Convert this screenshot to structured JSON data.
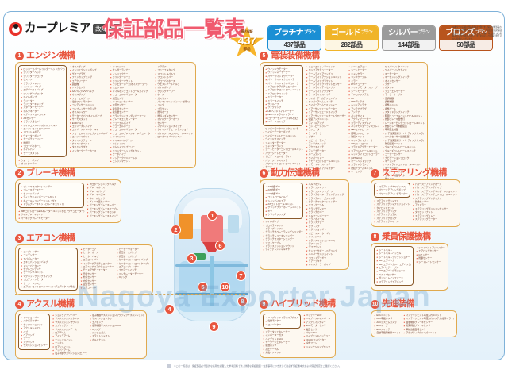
{
  "header": {
    "logo_text": "カープレミア",
    "logo_badge": "故障保証",
    "title": "保証部品一覧表",
    "star": {
      "top_label": "最大保証",
      "number": "437",
      "sub_label": "部品"
    },
    "note": "※本ページ記載の部品名称は一例です。保証対象部品および保証対象外部品につきましては、保証書記載の保証規定をご確認ください。取り扱い車種・年式等により名称及び部位が異なる場合、またお車により搭載されていない装備もございます。",
    "plans": [
      {
        "name": "プラチナ",
        "suffix": "プラン",
        "count": "437部品",
        "color": "#1b8fd4"
      },
      {
        "name": "ゴールド",
        "suffix": "プラン",
        "count": "282部品",
        "color": "#f0b429"
      },
      {
        "name": "シルバー",
        "suffix": "プラン",
        "count": "144部品",
        "color": "#9b9b9b"
      },
      {
        "name": "ブロンズ",
        "suffix": "プラン",
        "count": "50部品",
        "color": "#b8541d"
      }
    ]
  },
  "watermark": "Nagoya Exporter Japan",
  "footer": {
    "text": "※この一覧表は、保証部品の代表的な名称を記載した参考資料です。詳細な保証範囲・免責事項につきましては必ず保証書本文および保証規定をご確認ください。"
  },
  "sections": [
    {
      "num": "1",
      "name": "エンジン機構",
      "columns": [
        {
          "highlight": [
            "ロッカーカバー(シリンダーヘッドカバー)",
            "シリンダーヘッド",
            "シリンダーブロック",
            "ピストン",
            "クランクシャフト",
            "インレットバルブ",
            "エグゾーストバルブ",
            "シリンダーブロック",
            "オイルポンプ",
            "ラジエター",
            "ラジエターキャップ",
            "スターターモーター",
            "オルタネーター",
            "イグニッションコイル",
            "A/Fセンサー",
            "クランク角センサー",
            "オイルエレメント(オイルフィルター)",
            "エンジンコントロールECU",
            "スロットルボディ",
            "ウォーターポンプ",
            "ターボチャージャー",
            "燃焼室",
            "ブローバイホース",
            "オイルパン",
            "サーモスタット"
          ],
          "items": [
            "ウォーターポンプ",
            "オイルクーラー"
          ]
        },
        {
          "items": [
            "オイルポンプ",
            "インジェクションポンプ",
            "グロープラグ",
            "ファンカップリング",
            "エアクリーナー",
            "過給機",
            "ノックセンサー",
            "A/Cバルブ(VVTバルブ)",
            "オイルポンプ",
            "フューエルゲージ",
            "電動ファンモーター",
            "コンデンサーユニット",
            "コンプレッサークラッチ",
            "オイルシャワー",
            "モーターカバー(オイルパイプ)",
            "サーモスタット",
            "EGRバルブ",
            "エキゾーストパイプ",
            "エキゾーストマニホールド",
            "フューエルインジェクションバルブ",
            "エンジンマウント",
            "タイミングチェーン",
            "タイミングベルト",
            "タイミングギヤ",
            "インタークーラーホース"
          ]
        },
        {
          "items": [
            "オイルシール",
            "センダーライナー",
            "インジェクター",
            "シリンダーホース",
            "シリンダーマウント",
            "ラジエターホース(オイルクーラー)",
            "スロットル",
            "オイルポンプコントロールスイッチ",
            "フューエルレギュレーター",
            "燃圧センサー",
            "オイルコンセンサー",
            "水温センサー",
            "吸気温センサー",
            "吸気量センサー",
            "クランクシャフトダンパーコード",
            "ブレーキエスカレーター",
            "フューエルパイプ",
            "フューエルホース",
            "フューエルレギュレーター",
            "フューエルプレッシャーレギュレーター",
            "オイルシール",
            "オイルレベルゲージ",
            "カムシャフト",
            "カムシャフトプーリー",
            "シリンダーヘッドガスケット",
            "ターボパイプ",
            "インテークマニホールド",
            "エンジンマウント"
          ]
        },
        {
          "items": [
            "リアデフ",
            "フューエルタンク",
            "スロットルバルブ",
            "フロントカバー",
            "ブローバイホース",
            "ウエストゲートバルブ",
            "オイルポンプ",
            "クランクプーリー",
            "ホース",
            "ガスケット",
            "パッキン(ドレンパッキンを除く)",
            "リング",
            "ブラケット",
            "燃料ホース",
            "燃料ノズルセンサー",
            "オイルクーラーホース",
            "センサー",
            "イグニッションスイッチ",
            "タイミングチェーンテンショナー",
            "オイルシールコントロールユニット",
            "ローカーカバーパッキン"
          ]
        }
      ]
    },
    {
      "num": "2",
      "name": "ブレーキ機構",
      "columns": [
        {
          "highlight": [
            "ブレーキマスターシリンダー",
            "ブレーキブースター",
            "ホイールポンプ",
            "ディスクキャリパーシールキット",
            "ホイールシリンダーキット・ギヤ",
            "ドラムブレーキキット(ブレーキスリット)"
          ],
          "items": [
            "ABSコントロールECU(レーダーユニット含むアクチュエーター)",
            "サイドブレーキワイヤー",
            "パーキングブレーキモーター"
          ]
        },
        {
          "items": [
            "プロポーショニングバルブ",
            "ブレーキホース",
            "ブレーキパイプ",
            "ブレーキペダル",
            "ホイールセンサー",
            "ブレーキ圧センサー",
            "パーキングブレーキレバー",
            "パーキングブレーキケーブル",
            "パーキングブレーキロッド",
            "パーキングブレーキスイッチ"
          ]
        }
      ]
    },
    {
      "num": "3",
      "name": "エアコン機構",
      "columns": [
        {
          "highlight": [
            "コンプレッサー",
            "コンデンサー",
            "エバポレーター",
            "エキスパンションバルブ",
            "レシーバータンク",
            "ダブルコンデンサ",
            "クーリングユニット",
            "マグネットクラッチスイッチ",
            "ブロアファンモーター",
            "ヒーターレジスター",
            "エアコンコントロールユニット(デュアルタイプ含む)"
          ]
        },
        {
          "items": [
            "ヒーターコア",
            "ヒーターホース",
            "ヒーターバルブ",
            "エアコンレバー",
            "インテークアクチュエーター",
            "エアミックスアクチュエーター",
            "モードアクチュエーター",
            "日射センサー",
            "外気センサー",
            "内気センサー",
            "室温センサー",
            "エアコンリレー"
          ]
        },
        {
          "items": [
            "ヒーターウォーター",
            "低圧ホースパイプ",
            "高圧ホースパイプ",
            "ヒーターコントロールバルブ",
            "ヒーターコントロールケーブル",
            "エアコンプレッサー",
            "ブロアースイッチ",
            "ベンチレーターモーター",
            "Oリング"
          ]
        }
      ]
    },
    {
      "num": "4",
      "name": "アクスル機構",
      "columns": [
        {
          "highlight": [
            "トーションバー",
            "スタビライザー",
            "ナックルジョイント",
            "アクスルシャフト",
            "ハブ",
            "ベアリング",
            "ブーツ",
            "スプリング",
            "サスペンションセンサー"
          ]
        },
        {
          "items": [
            "ショックアブソーバー",
            "サスペンションスタンド",
            "サスペンションマウント",
            "スプリングシート",
            "サスペンションアーム",
            "ロアアーム",
            "アイドラアーム",
            "ナットジョイント",
            "ナックル",
            "ロアジョイント",
            "アッパーアーム",
            "電子制御サスペンション(エアー)"
          ]
        },
        {
          "items": [
            "電子制御サスペンション(アクティブサスペンション)",
            "サスペンションタワー",
            "エアポンプ",
            "電子制御サスペンションECU",
            "Oリング",
            "ブッシュゴム",
            "スラストシャフト",
            "ボルトナット"
          ]
        }
      ]
    },
    {
      "num": "5",
      "name": "電装装備機構",
      "columns": [
        {
          "highlight": [
            "ウインドウモーター",
            "ウォッシャーモーター",
            "パワーウインドウモーター",
            "パワーウインドウスイッチ",
            "パワーウインドウレギュレーター",
            "ドアロックアクチュエーター",
            "ドアロックコントロールユニット",
            "ドアロックスイッチ",
            "ミラーモーター",
            "ミラースイッチ",
            "サンルーフ",
            "フォグランプ",
            "HIDヘッドライトバーナー",
            "LEDヘッドライトドライバー",
            "(コーナーセンサーパネル含む)",
            "ハザードスイッチ"
          ],
          "items": [
            "ワイパーモーターリンクスイッチ",
            "ワイパーモーターポンプ",
            "ワイパーコントロールユニット",
            "ウインドウスイッチ",
            "シャッターモーター",
            "シャッターランプ",
            "シートヒーターコントロールユニット",
            "パワーシートモーター",
            "ナビゲーションオーディオ",
            "パワーシートスイッチ",
            "パワーシートコントロールユニット",
            "ホーン",
            "フューエルリッドオープナーロック"
          ]
        },
        {
          "items": [
            "フューエルフィラーリッド",
            "ロックアクチュエーター",
            "テールライトアセンブリ",
            "テールライトアクションユニット",
            "テールライトブラケット",
            "テールライトブラケットセンサー",
            "テールライトアッセンブリ",
            "テールライトアダプター",
            "テールライトスイッチ",
            "ワイパーアームアッセンブリ",
            "ワイパーアームスイッチ",
            "ワイパーアームウォッシャー",
            "リアーサンシェードモーター",
            "リアーサンシェードスイッチ",
            "リアーサンシェードオートクローザー",
            "電装アンプユニット",
            "アイドルアンプ",
            "コントロールリレー",
            "ラジエーター",
            "テールモーター",
            "ブザー",
            "スピーカーアンプ",
            "アンテナスイッチ",
            "アクセスイッチ",
            "アンテナモーター",
            "ルームランプ",
            "ワイパーリレー",
            "リモートコントロールユニット",
            "リモートキースイッチ",
            "シートベルトアジャスター"
          ]
        },
        {
          "items": [
            "シートエアコン",
            "シートヒーター",
            "キャンセラー",
            "リンクケーブル",
            "ミラー",
            "ETCチューナー",
            "クリップモータースリーブ",
            "シートモーター",
            "テレコンシステム",
            "AC",
            "DPSアンテナ",
            "ヘッドアンテナ",
            "アンテナプラグ",
            "アンテナ",
            "バックガイド",
            "アクティブコーナー",
            "カラーディスプレイ",
            "バックモニターディスプレイ",
            "LEDコントロール",
            "照明コントロール",
            "防犯ユニット",
            "ヘッドライトクリーナー",
            "HIDコントロール",
            "スライドアクチュエーター",
            "リアコントロールユニット",
            "ヘッドライトコントローラー",
            "(APS-ECU)",
            "オートヘッドランプ",
            "スライドクランプ",
            "防犯アラームユニット",
            "キーセンサー"
          ]
        },
        {
          "items": [
            "ワイパーリンクユニット",
            "ワイパーリンクガイド",
            "キーモーター",
            "キーセンシングスイッチ",
            "オイルセンサー",
            "ブザー",
            "ボタンキー",
            "フューエルモーター",
            "モーターケーブル",
            "温調制御",
            "調整制御",
            "調整ユニット",
            "調整ゲート",
            "スタンドランプスイッチ",
            "照明フューエルコントロールユニット",
            "外部ブレーキ警告灯",
            "レーンキーピングコントロールユニット",
            "外部ブレーキ制御装置",
            "車両安全制御",
            "(リア追突警報サーバーディスクカメラ)",
            "ルームセンサー認識装置",
            "(リア追突警報サーバーディスクカメラ)",
            "防犯装置ユニット",
            "クルーズコントロールユニット",
            "クルーズコントロールスイッチ",
            "コーナーセンサー",
            "ナビゲーションブロック",
            "キーアンプ",
            "ヘッドライトコントロールユニット",
            "キーモーター",
            "ワイパーシリンダー",
            "ワイパー制御モーター",
            "各リレー"
          ]
        }
      ]
    },
    {
      "num": "6",
      "name": "動力伝達機構",
      "columns": [
        {
          "highlight": [
            "A/T内部ギヤ",
            "A/T内部ギヤ",
            "C/T内部ギヤ",
            "コントロールバルブ",
            "シャンバイドエア",
            "A/Tコントロールユニット",
            "クラッチフリーホイールユニット",
            "ギヤ",
            "クラッチシリンダー"
          ],
          "items": [
            "オイルポンプ",
            "プロペラシャフト",
            "ドライブシャフト",
            "クラッチオペレーティングシリンダー",
            "クラッチレリーズシリンダー",
            "クラッチマスターシリンダー",
            "シフトケーブル",
            "トランスミッションマウント",
            "ディファレンシャルギヤ"
          ]
        },
        {
          "items": [
            "バルブボディ",
            "ドライブシャフト",
            "ドライブシャフトブーツ",
            "クラッチオペレーティングシリンダー",
            "クラッチレリーズシリンダー",
            "クラッチマスターシリンダー",
            "シフトケーブル",
            "クラッチディスク",
            "クラッチカバー",
            "トルクコンバーター",
            "フライホイール",
            "トランスファー",
            "シフトノブ",
            "リダクションギヤ",
            "スピードメーターギヤ",
            "オイルシール",
            "トランスミッションケース",
            "デフキャリア",
            "デフマウント",
            "センターサポートベアリング",
            "ユニバーサルジョイント",
            "フロントデフギヤ",
            "リアデフギヤ",
            "オイルクーラーパイプ"
          ]
        }
      ]
    },
    {
      "num": "7",
      "name": "ステアリング機構",
      "columns": [
        {
          "highlight": [
            "ステアリングギヤボックス",
            "パワーステアリングポンプ",
            "パワーステアリングモーター"
          ],
          "items": [
            "ステアリングシャフト",
            "ステアリングシャフトジョイント",
            "タイロッドエンド",
            "ステアリングラック",
            "ステアリングコラム",
            "ステアリングロック",
            "ステアリングホイール"
          ]
        },
        {
          "items": [
            "パワーステアリングホース",
            "パワーステアリングパイプ",
            "パワーステアリングギヤボールジョイント",
            "パワーステアリングコントロールユニット",
            "ステアリングギヤボックス",
            "舵角センサー",
            "アイドラー",
            "ステアリングポジションセンサー",
            "タイロッドナット",
            "ステアリングリレー",
            "ステアリングモーター"
          ]
        }
      ]
    },
    {
      "num": "8",
      "name": "乗員保護機構",
      "columns": [
        {
          "highlight": [
            "シートベルト",
            "シートベルトバックル",
            "シートベルトプリテンショナー",
            "SRSエアバッグ",
            "SRSエアバッグ(ニーエアバッグ)",
            "エアバッグケーブル",
            "SRSエアバッグモジュール",
            "ベルトGセンサー",
            "ダッシュレインフォース",
            "ステアリングエアバッグ"
          ]
        },
        {
          "items": [
            "シートベルトアジャスター",
            "エアバッグセンサー",
            "Gセンサー",
            "衝撃センサー",
            "シートレートセンサー"
          ]
        }
      ]
    },
    {
      "num": "9",
      "name": "ハイブリッド機構",
      "columns": [
        {
          "highlight": [
            "ハイブリッドトランスアクスル",
            "電動モーター",
            "コンバーター"
          ],
          "items": [
            "ステータジェネレーター",
            "インバーターガス",
            "ハイブリッドECU",
            "モータージェネレーター",
            "電池パック",
            "高圧ケーブル",
            "充電インレット"
          ]
        },
        {
          "items": [
            "バッテリーECU",
            "ハイブリッドインバーター",
            "アンプスイッチャー",
            "ECUモーターセンサー",
            "電圧センサー",
            "パワーECU",
            "ハイブリッドバッテリー",
            "DC/DCコンバーター",
            "冷却ファン",
            "ジャンクションブロック"
          ]
        }
      ]
    },
    {
      "num": "10",
      "name": "先進装備",
      "columns": [
        {
          "items": [
            "ECUユニット",
            "ACC車載カメラ",
            "ACCシステムカメラ",
            "ECUレーダー",
            "ECUスイッチ",
            "自動車危険制御ユニット"
          ]
        },
        {
          "items": [
            "インテリジェント車庫入れユニット",
            "インテリジェント車庫入れシステム(電子ミラー)",
            "自動制御ブレーキセンサー",
            "衝突軽減ブレーキセンサー",
            "車線逸脱警報センサー",
            "アダプティブクルーズユニット"
          ]
        }
      ]
    }
  ],
  "diagram": {
    "callouts": [
      "1",
      "2",
      "3",
      "4",
      "5",
      "6",
      "7",
      "8",
      "9",
      "10"
    ]
  }
}
